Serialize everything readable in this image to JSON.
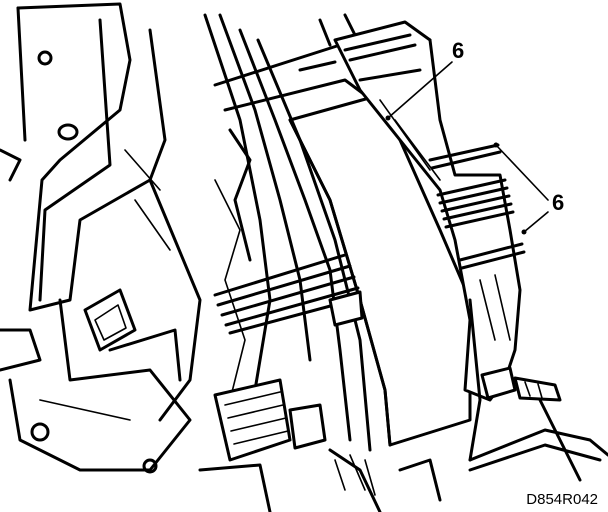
{
  "diagram": {
    "callouts": [
      {
        "label": "6"
      },
      {
        "label": "6"
      }
    ],
    "reference_code": "D854R042"
  }
}
